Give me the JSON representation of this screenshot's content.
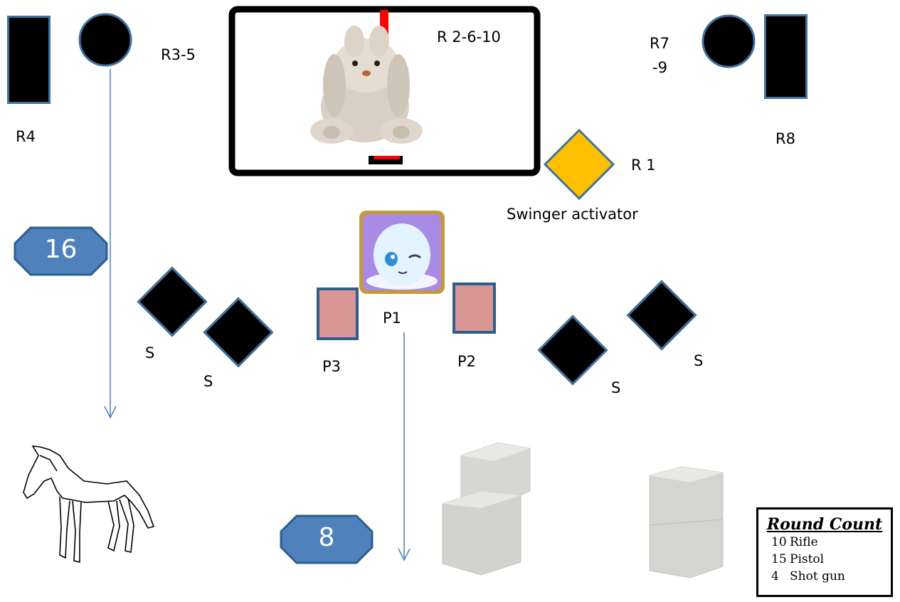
{
  "labels": {
    "r4": "R4",
    "r3_5": "R3-5",
    "r2_6_10": "R 2-6-10",
    "r7_9_line1": "R7",
    "r7_9_line2": "-9",
    "r8": "R8",
    "r1": "R 1",
    "swinger": "Swinger activator",
    "p1": "P1",
    "p2": "P2",
    "p3": "P3",
    "s": "S"
  },
  "badges": {
    "top": "16",
    "bottom": "8"
  },
  "round_count": {
    "title": "Round Count",
    "rows": [
      {
        "count": "10",
        "type": "Rifle"
      },
      {
        "count": "15",
        "type": "Pistol"
      },
      {
        "count": "4",
        "type": "Shot gun"
      }
    ]
  },
  "colors": {
    "target_border": "#41719c",
    "badge_fill": "#4f81bd",
    "badge_border": "#2e5f8a",
    "swinger_fill": "#ffc000",
    "position_fill": "#d99694",
    "arrow": "#4a7ebb",
    "swinger_bar": "#ff0000"
  }
}
